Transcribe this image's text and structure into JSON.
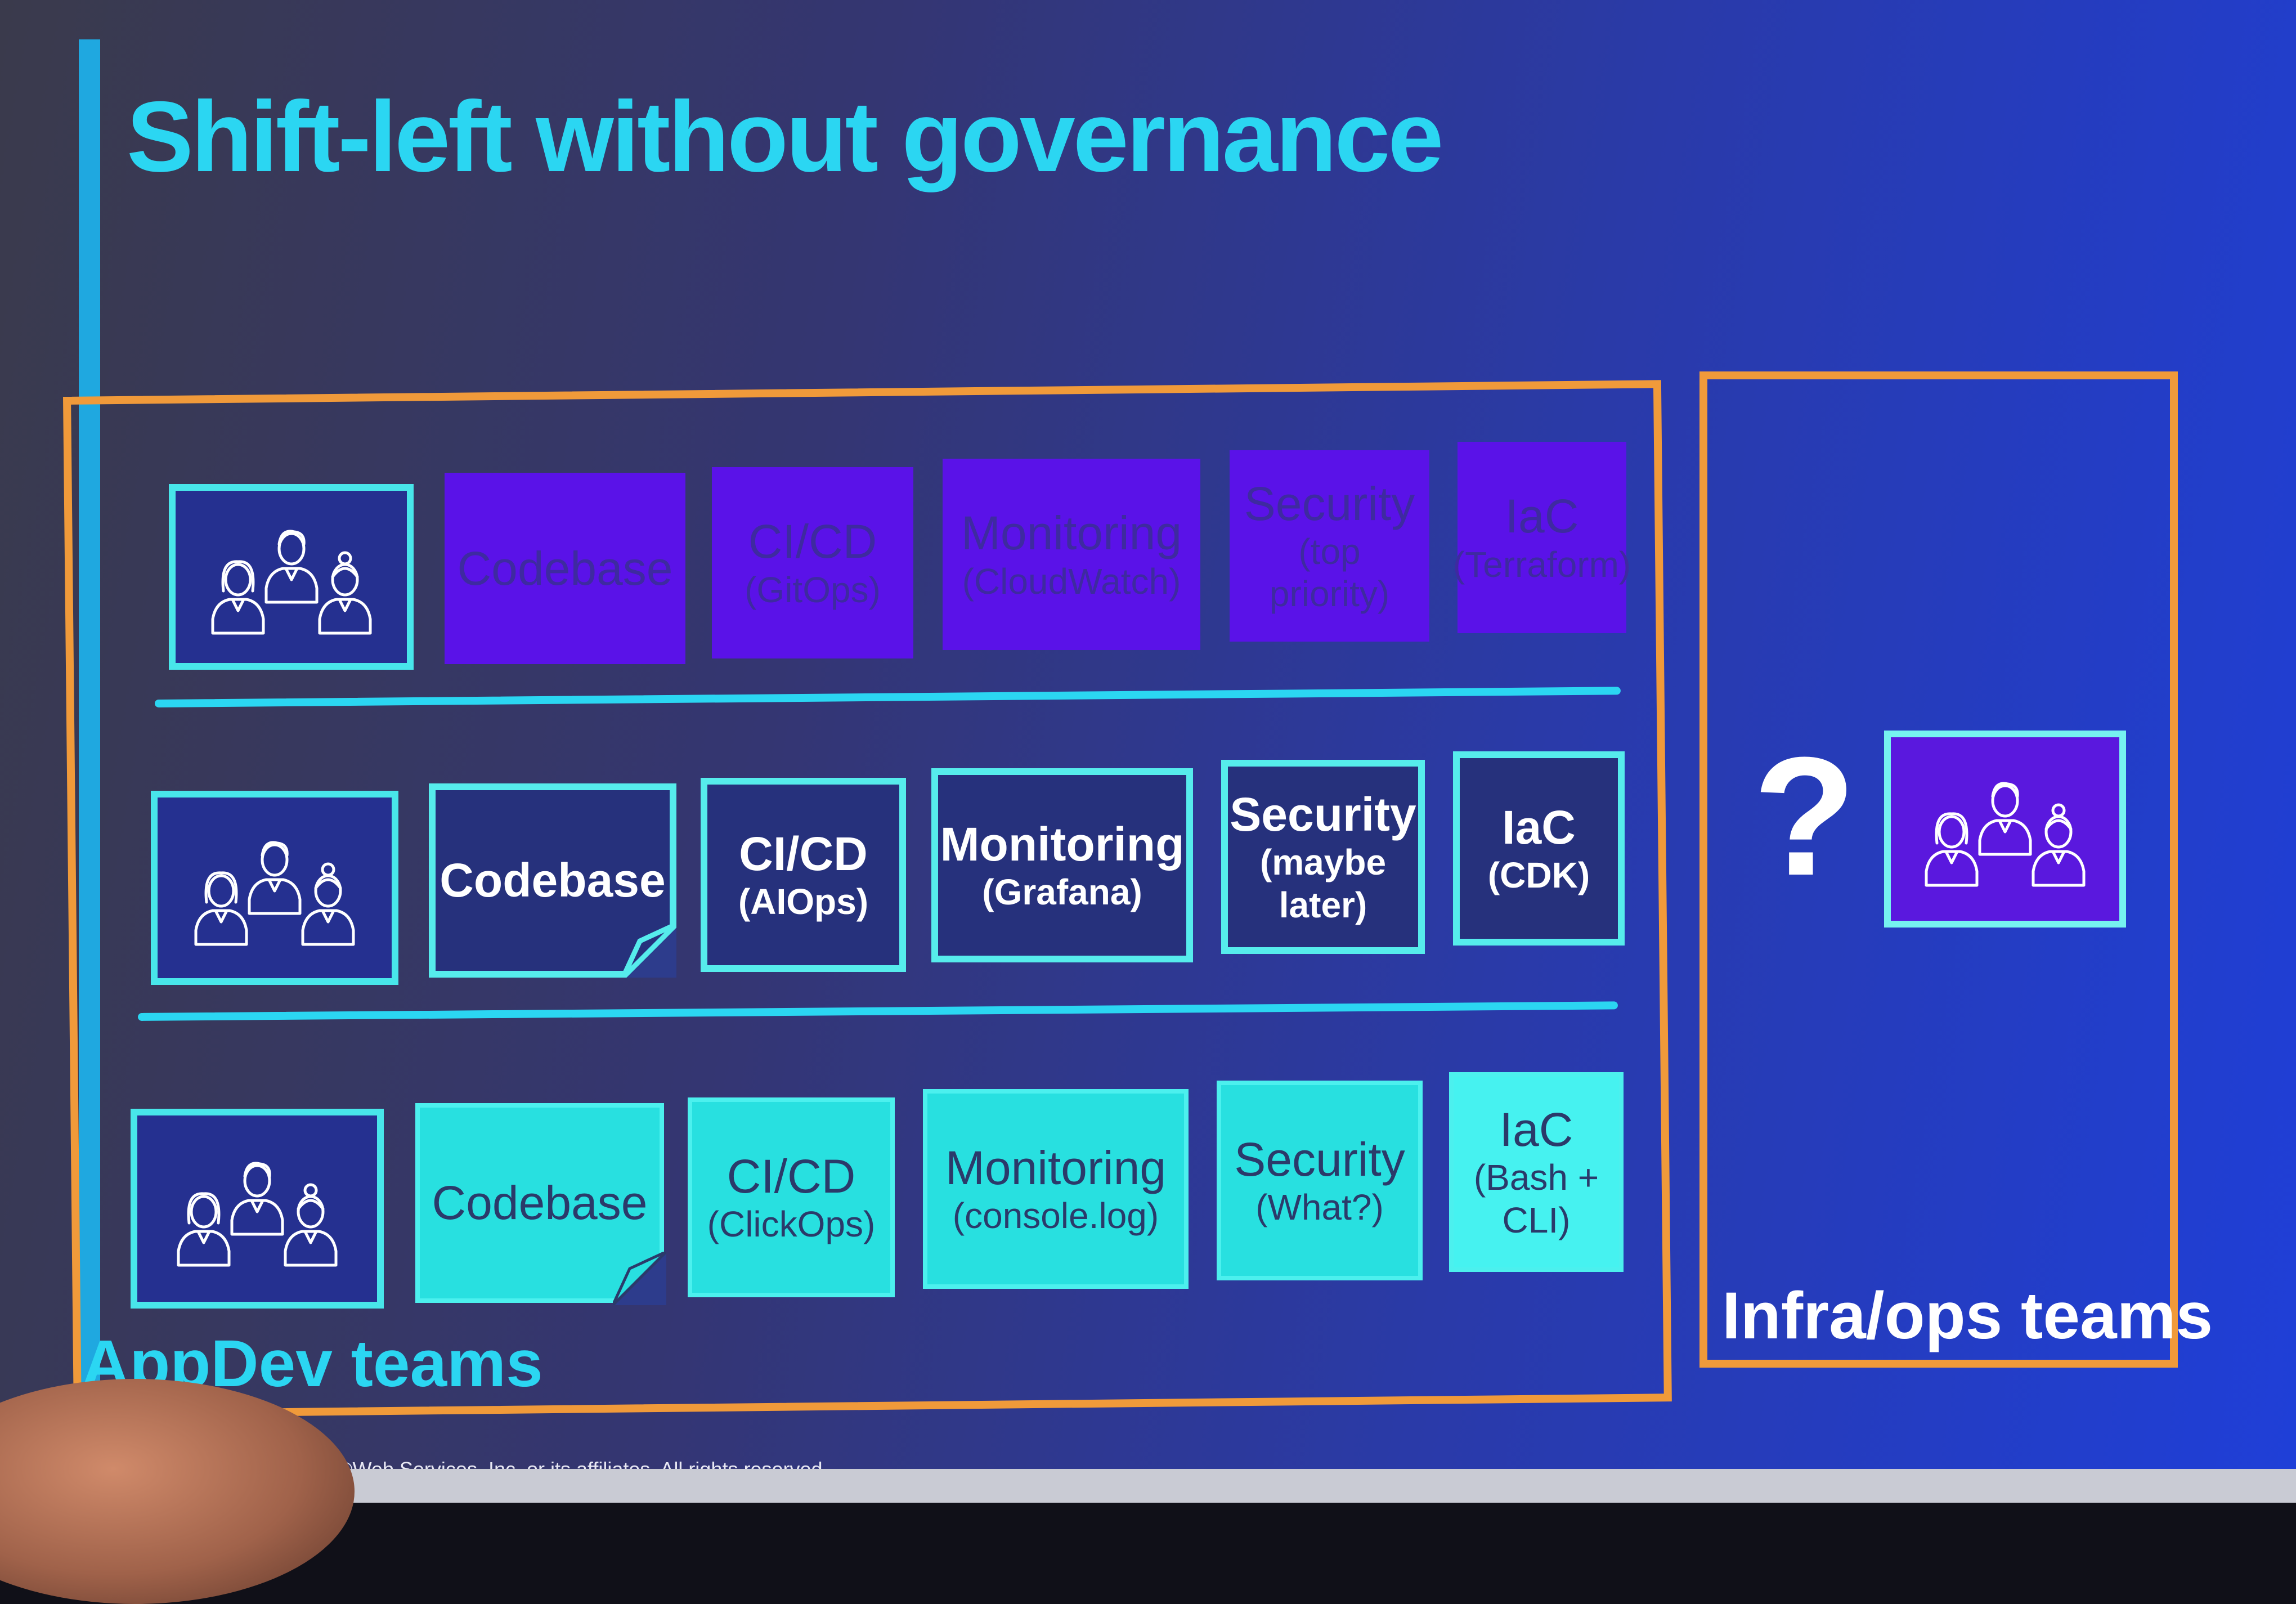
{
  "slide": {
    "title": "Shift-left without governance",
    "footer": "©Web Services, Inc. or its affiliates. All rights reserved.",
    "colors": {
      "title": "#2bd6f2",
      "frame": "#f09a3a",
      "row1_fill": "#5a12e8",
      "row2_fill": "#26317c",
      "row3_fill": "#28e0e0",
      "outline": "#56ecec"
    }
  },
  "appdev": {
    "label": "AppDev teams",
    "rows": [
      {
        "team_icon": "team-people-icon",
        "codebase": "Codebase",
        "cicd": {
          "title": "CI/CD",
          "sub": "(GitOps)"
        },
        "monitoring": {
          "title": "Monitoring",
          "sub": "(CloudWatch)"
        },
        "security": {
          "title": "Security",
          "sub1": "(top",
          "sub2": "priority)"
        },
        "iac": {
          "title": "IaC",
          "sub": "(Terraform)"
        }
      },
      {
        "team_icon": "team-people-icon",
        "codebase": "Codebase",
        "cicd": {
          "title": "CI/CD",
          "sub": "(AIOps)"
        },
        "monitoring": {
          "title": "Monitoring",
          "sub": "(Grafana)"
        },
        "security": {
          "title": "Security",
          "sub1": "(maybe",
          "sub2": "later)"
        },
        "iac": {
          "title": "IaC",
          "sub": "(CDK)"
        }
      },
      {
        "team_icon": "team-people-icon",
        "codebase": "Codebase",
        "cicd": {
          "title": "CI/CD",
          "sub": "(ClickOps)"
        },
        "monitoring": {
          "title": "Monitoring",
          "sub": "(console.log)"
        },
        "security": {
          "title": "Security",
          "sub": "(What?)"
        },
        "iac": {
          "title": "IaC",
          "sub1": "(Bash +",
          "sub2": "CLI)"
        }
      }
    ]
  },
  "infra": {
    "label": "Infra/ops teams",
    "question": "?",
    "team_icon": "team-people-icon"
  }
}
